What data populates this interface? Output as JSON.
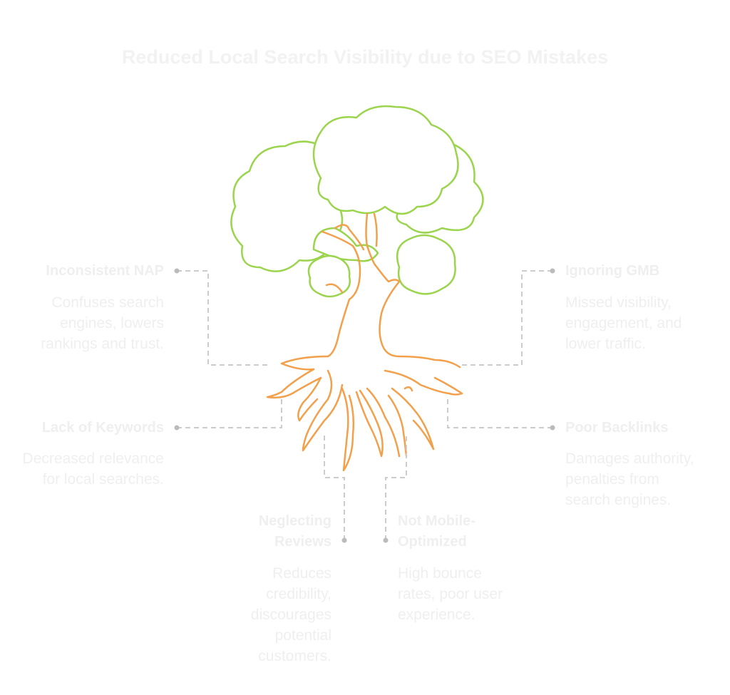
{
  "title": "Reduced Local Search Visibility due to SEO Mistakes",
  "items": [
    {
      "label": "Inconsistent NAP",
      "description": "Confuses search engines, lowers rankings and trust."
    },
    {
      "label": "Lack of Keywords",
      "description": "Decreased relevance for local searches."
    },
    {
      "label": "Neglecting Reviews",
      "description": "Reduces credibility, discourages potential customers."
    },
    {
      "label": "Not Mobile-Optimized",
      "description": "High bounce rates, poor user experience."
    },
    {
      "label": "Poor Backlinks",
      "description": "Damages authority, penalties from search engines."
    },
    {
      "label": "Ignoring GMB",
      "description": "Missed visibility, engagement, and lower traffic."
    }
  ],
  "colors": {
    "foliage": "#9bd44d",
    "roots": "#f2a04b",
    "connector": "#cccccc",
    "text": "#efefef"
  }
}
